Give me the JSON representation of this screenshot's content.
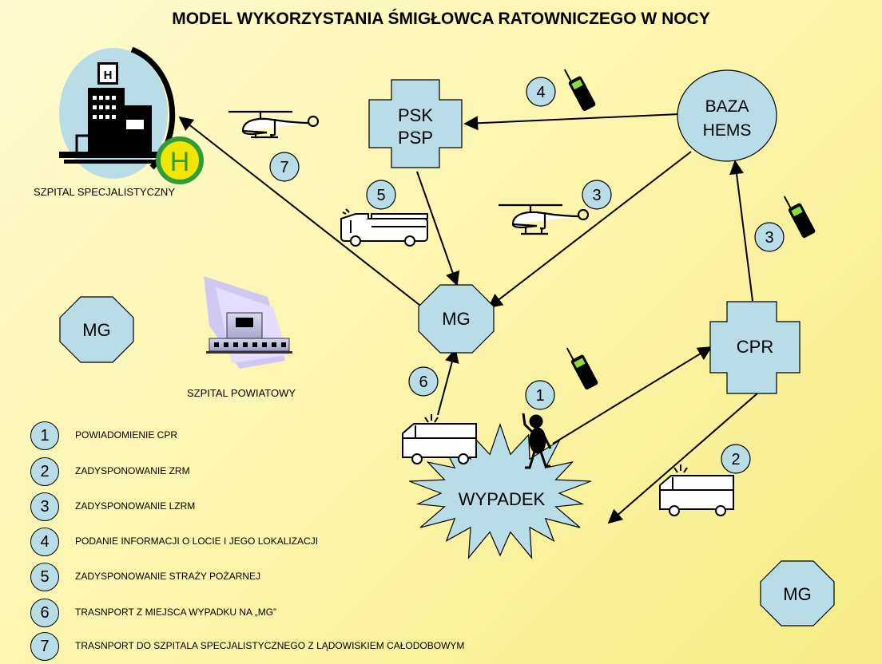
{
  "title": "MODEL WYKORZYSTANIA ŚMIGŁOWCA RATOWNICZEGO W NOCY",
  "nodes": {
    "psk_line1": "PSK",
    "psk_line2": "PSP",
    "baza_line1": "BAZA",
    "baza_line2": "HEMS",
    "mg": "MG",
    "cpr": "CPR",
    "wypadek": "WYPADEK"
  },
  "captions": {
    "szpital_specjalistyczny": "SZPITAL SPECJALISTYCZNY",
    "szpital_powiatowy": "SZPITAL POWIATOWY",
    "helipad_letter": "H",
    "hospital_sign": "H"
  },
  "step_badges": [
    "1",
    "2",
    "3",
    "3",
    "4",
    "5",
    "6",
    "7"
  ],
  "legend": [
    {
      "num": "1",
      "text": "POWIADOMIENIE CPR"
    },
    {
      "num": "2",
      "text": "ZADYSPONOWANIE ZRM"
    },
    {
      "num": "3",
      "text": "ZADYSPONOWANIE LZRM"
    },
    {
      "num": "4",
      "text": "PODANIE INFORMACJI O LOCIE I JEGO LOKALIZACJI"
    },
    {
      "num": "5",
      "text": "ZADYSPONOWANIE STRAŻY POŻARNEJ"
    },
    {
      "num": "6",
      "text": "TRASNPORT Z MIEJSCA WYPADKU NA „MG”"
    },
    {
      "num": "7",
      "text": "TRASNPORT DO SZPITALA SPECJALISTYCZNEGO Z LĄDOWISKIEM CAŁODOBOWYM"
    }
  ],
  "colors": {
    "node_fill": "#b9dde6",
    "background": "#fbf4a8",
    "helipad": "#f2e600",
    "helipad_ring": "#2e9d3a"
  },
  "icons": [
    "hospital-building-icon",
    "helicopter-icon",
    "fire-truck-icon",
    "ambulance-icon",
    "mobile-phone-icon",
    "person-icon"
  ]
}
